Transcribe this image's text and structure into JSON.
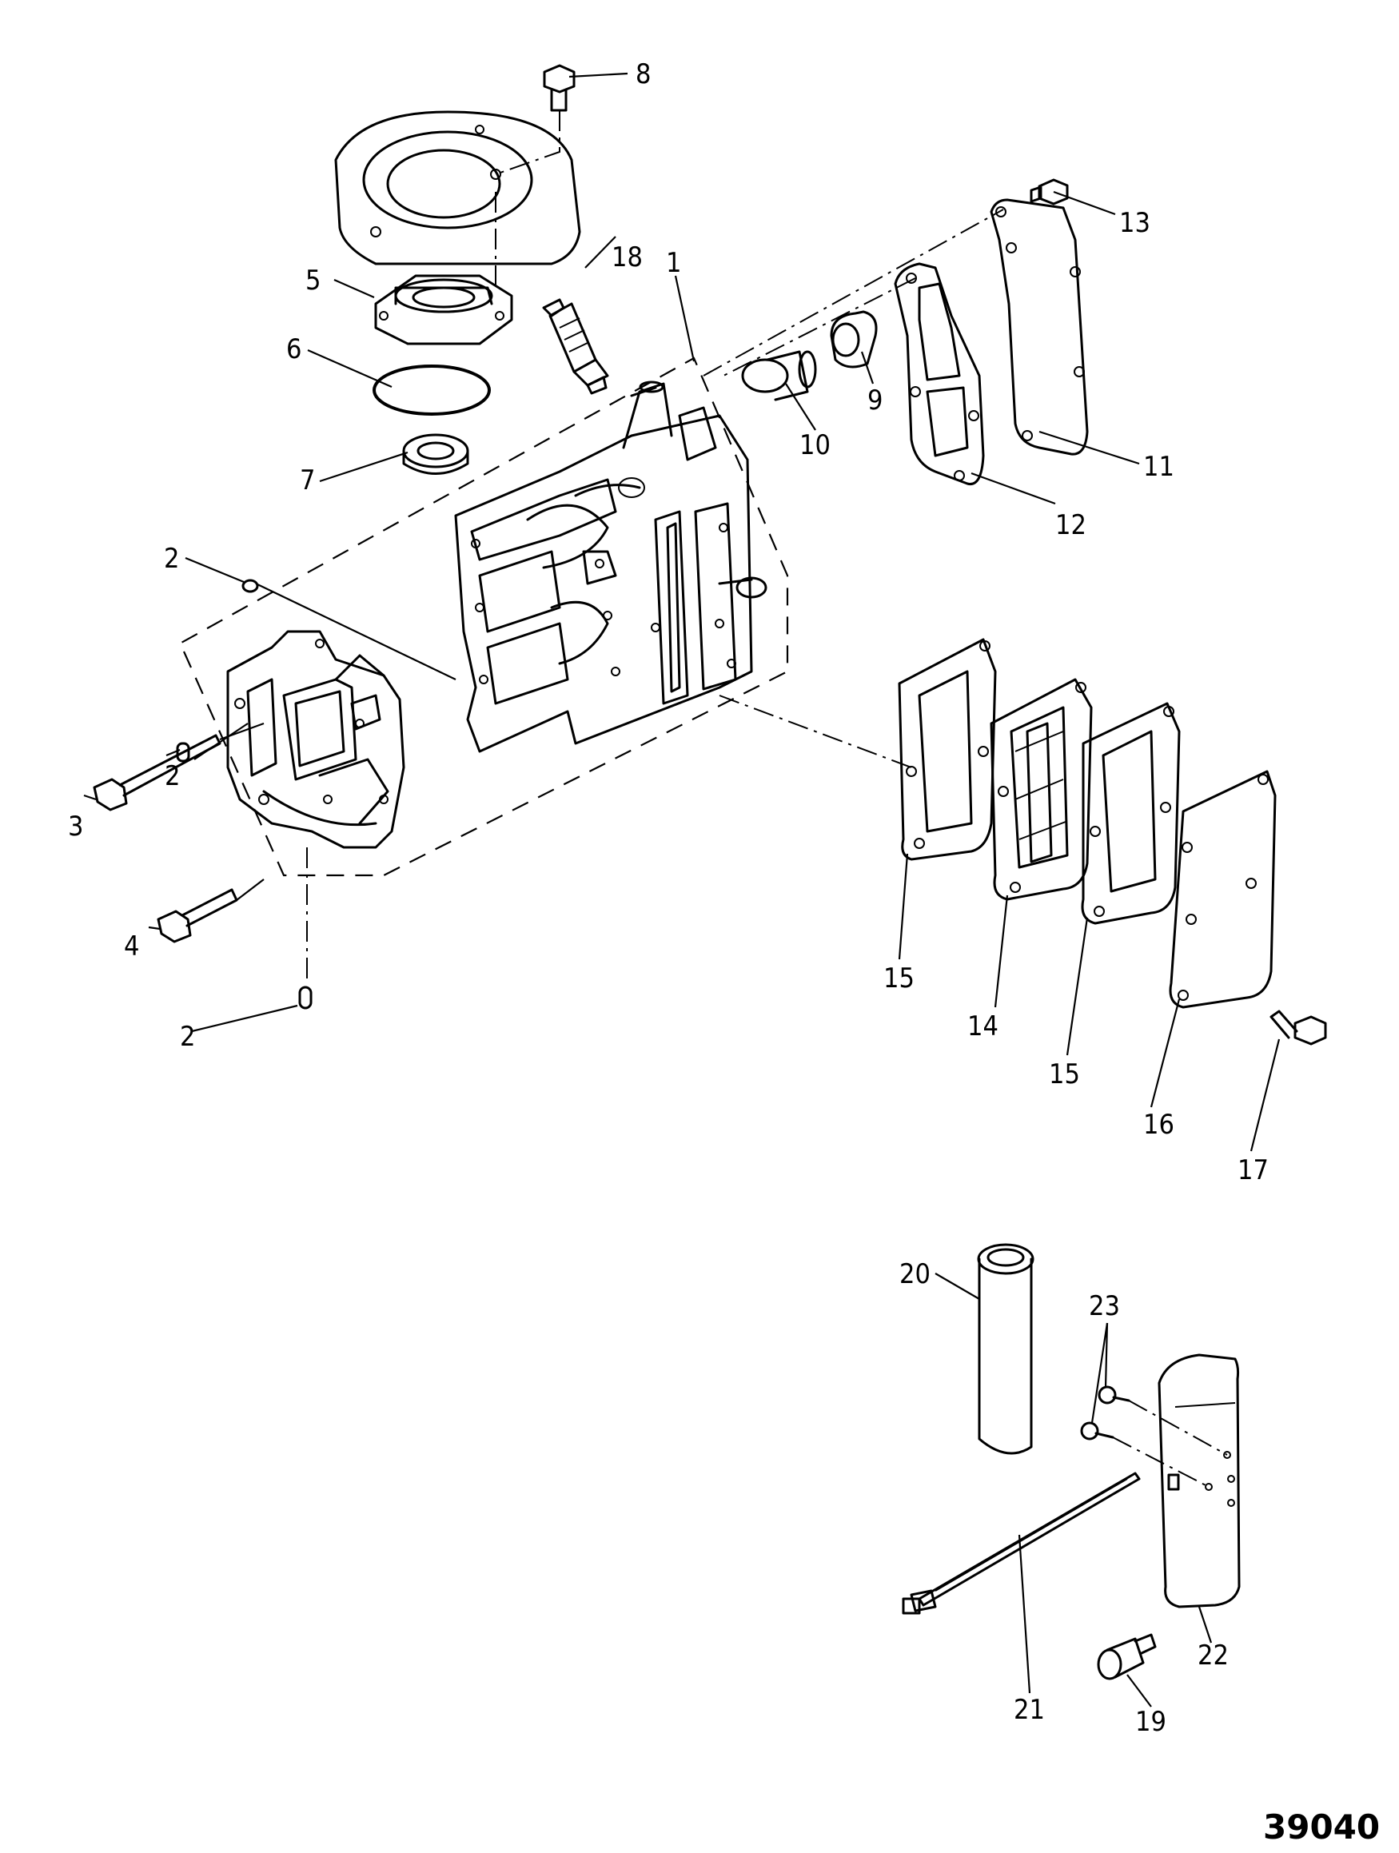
{
  "diagram": {
    "figure_number": "39040",
    "callouts": [
      {
        "id": "c1",
        "label": "1"
      },
      {
        "id": "c2a",
        "label": "2"
      },
      {
        "id": "c2b",
        "label": "2"
      },
      {
        "id": "c2c",
        "label": "2"
      },
      {
        "id": "c3",
        "label": "3"
      },
      {
        "id": "c4",
        "label": "4"
      },
      {
        "id": "c5",
        "label": "5"
      },
      {
        "id": "c6",
        "label": "6"
      },
      {
        "id": "c7",
        "label": "7"
      },
      {
        "id": "c8",
        "label": "8"
      },
      {
        "id": "c9",
        "label": "9"
      },
      {
        "id": "c10",
        "label": "10"
      },
      {
        "id": "c11",
        "label": "11"
      },
      {
        "id": "c12",
        "label": "12"
      },
      {
        "id": "c13",
        "label": "13"
      },
      {
        "id": "c14",
        "label": "14"
      },
      {
        "id": "c15a",
        "label": "15"
      },
      {
        "id": "c15b",
        "label": "15"
      },
      {
        "id": "c16",
        "label": "16"
      },
      {
        "id": "c17",
        "label": "17"
      },
      {
        "id": "c18",
        "label": "18"
      },
      {
        "id": "c19",
        "label": "19"
      },
      {
        "id": "c20",
        "label": "20"
      },
      {
        "id": "c21",
        "label": "21"
      },
      {
        "id": "c22",
        "label": "22"
      },
      {
        "id": "c23",
        "label": "23"
      }
    ]
  }
}
